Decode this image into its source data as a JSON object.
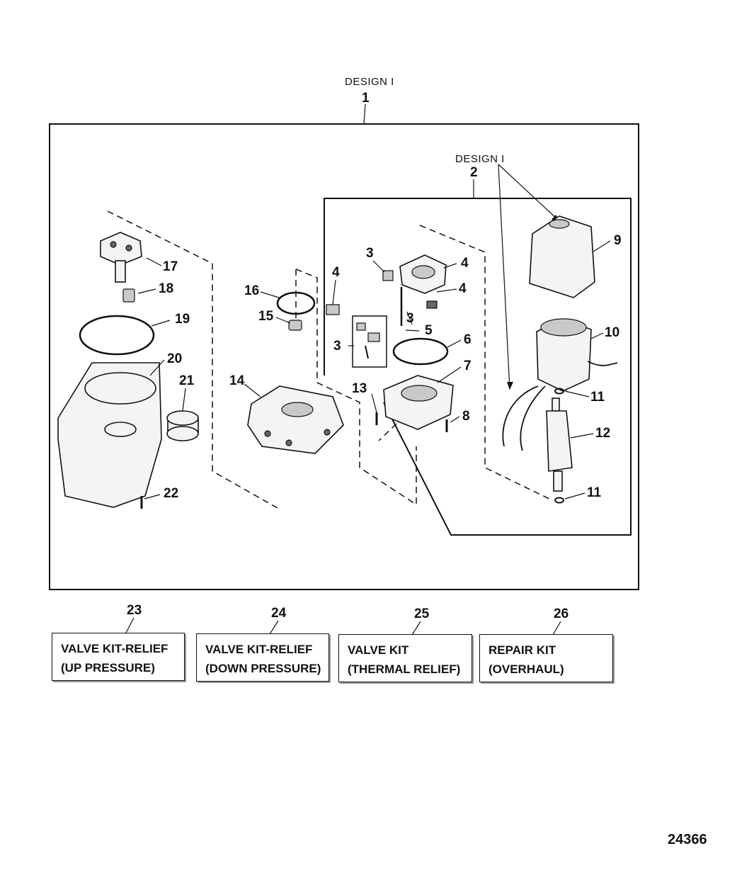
{
  "design_labels": {
    "assembly_1": "DESIGN I",
    "assembly_2": "DESIGN I"
  },
  "callouts": {
    "c1": "1",
    "c2": "2",
    "c3a": "3",
    "c3b": "3",
    "c3c": "3",
    "c4a": "4",
    "c4b": "4",
    "c4c": "4",
    "c5": "5",
    "c6": "6",
    "c7": "7",
    "c8": "8",
    "c9": "9",
    "c10": "10",
    "c11a": "11",
    "c11b": "11",
    "c12": "12",
    "c13": "13",
    "c14": "14",
    "c15": "15",
    "c16": "16",
    "c17": "17",
    "c18": "18",
    "c19": "19",
    "c20": "20",
    "c21": "21",
    "c22": "22",
    "c23": "23",
    "c24": "24",
    "c25": "25",
    "c26": "26"
  },
  "kits": [
    {
      "number": "23",
      "line1": "VALVE KIT-RELIEF",
      "line2": "(UP PRESSURE)"
    },
    {
      "number": "24",
      "line1": "VALVE KIT-RELIEF",
      "line2": "(DOWN PRESSURE)"
    },
    {
      "number": "25",
      "line1": "VALVE KIT",
      "line2": "(THERMAL RELIEF)"
    },
    {
      "number": "26",
      "line1": "REPAIR KIT",
      "line2": "(OVERHAUL)"
    }
  ],
  "figure_number": "24366"
}
